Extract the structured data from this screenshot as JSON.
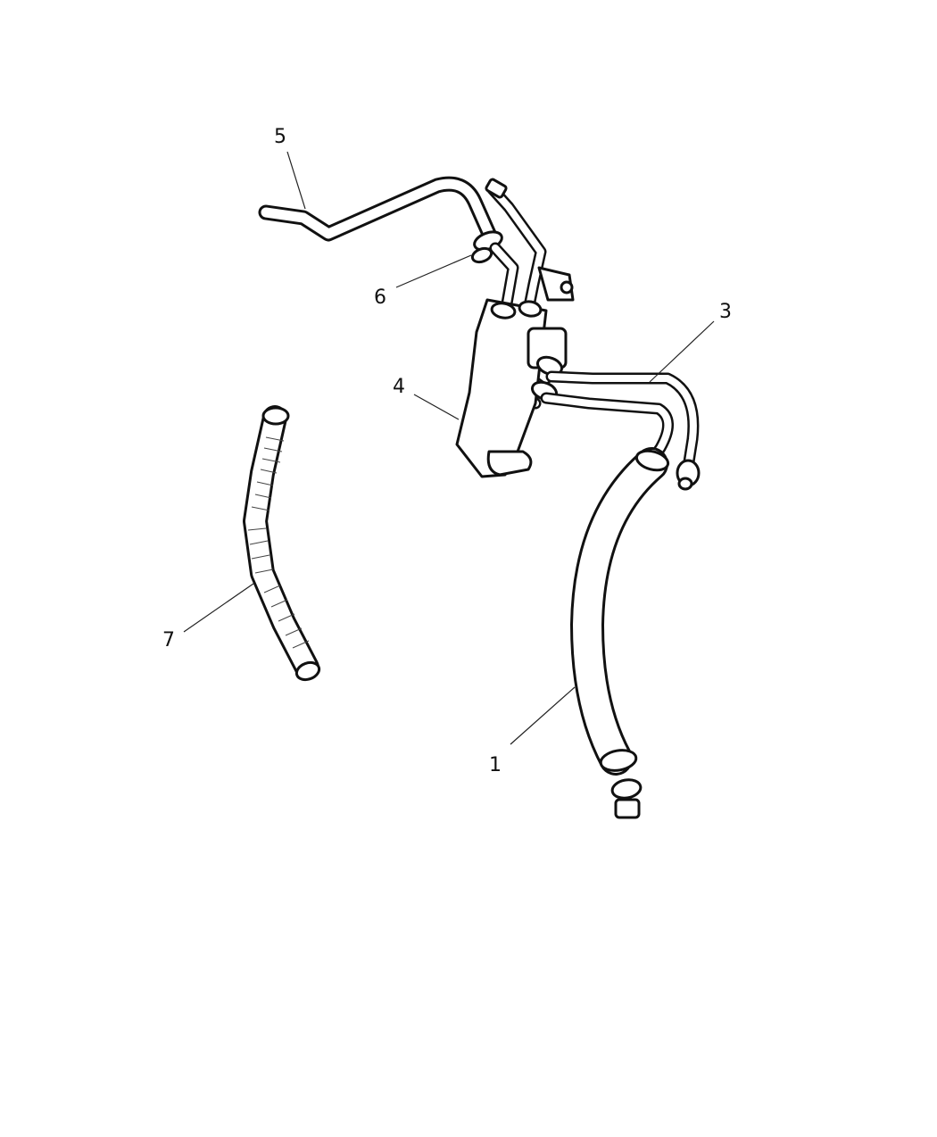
{
  "callouts": [
    {
      "id": "1",
      "label": "1"
    },
    {
      "id": "3",
      "label": "3"
    },
    {
      "id": "4",
      "label": "4"
    },
    {
      "id": "5",
      "label": "5"
    },
    {
      "id": "6",
      "label": "6"
    },
    {
      "id": "7",
      "label": "7"
    }
  ]
}
